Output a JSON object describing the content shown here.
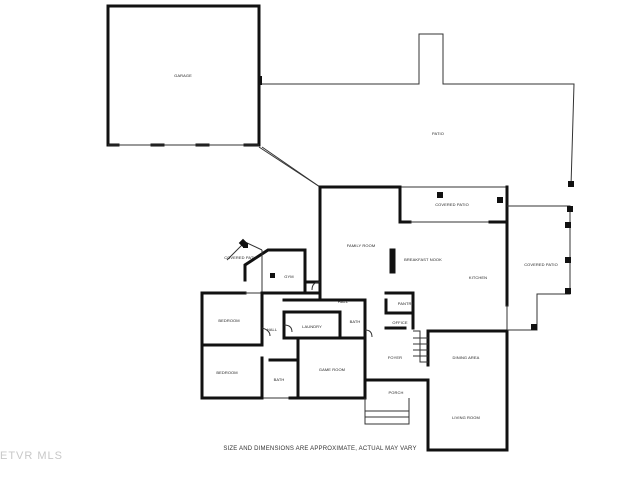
{
  "rooms": {
    "garage": "GARAGE",
    "patio": "PATIO",
    "covered_patio_top": "COVERED PATIO",
    "covered_patio_right": "COVERED PATIO",
    "covered_patio_left": "COVERED PATIO",
    "family_room": "FAMILY ROOM",
    "breakfast_nook": "BREAKFAST NOOK",
    "kitchen": "KITCHEN",
    "pantry": "PANTRY",
    "office": "OFFICE",
    "foyer": "FOYER",
    "dining_area": "DINING AREA",
    "living_room": "LIVING ROOM",
    "porch": "PORCH",
    "game_room": "GAME ROOM",
    "laundry": "LAUNDRY",
    "bath_upper": "BATH",
    "bath_lower": "BATH",
    "hall_left": "HALL",
    "hall_right": "HALL",
    "bedroom_upper": "BEDROOM",
    "bedroom_lower": "BEDROOM",
    "gym": "GYM"
  },
  "disclaimer": "SIZE AND DIMENSIONS ARE APPROXIMATE, ACTUAL MAY VARY",
  "logo_text": "ETVR MLS",
  "colors": {
    "wall": "#111111",
    "background": "#ffffff"
  }
}
